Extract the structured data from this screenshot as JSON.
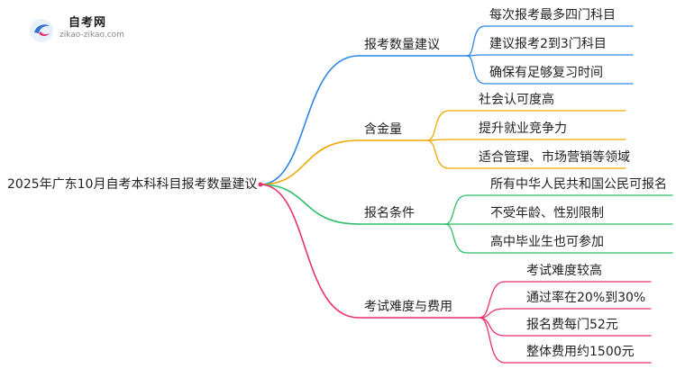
{
  "logo": {
    "title": "自考网",
    "url": "zikao-zikao.com"
  },
  "root": {
    "label": "2025年广东10月自考本科科目报考数量建议"
  },
  "branches": [
    {
      "label": "报考数量建议",
      "color": "#2e86e6",
      "leaves": [
        "每次报考最多四门科目",
        "建议报考2到3门科目",
        "确保有足够复习时间"
      ]
    },
    {
      "label": "含金量",
      "color": "#f0a800",
      "leaves": [
        "社会认可度高",
        "提升就业竞争力",
        "适合管理、市场营销等领域"
      ]
    },
    {
      "label": "报名条件",
      "color": "#2bbf6b",
      "leaves": [
        "所有中华人民共和国公民可报名",
        "不受年龄、性别限制",
        "高中毕业生也可参加"
      ]
    },
    {
      "label": "考试难度与费用",
      "color": "#e8306e",
      "leaves": [
        "考试难度较高",
        "通过率在20%到30%",
        "报名费每门52元",
        "整体费用约1500元"
      ]
    }
  ]
}
